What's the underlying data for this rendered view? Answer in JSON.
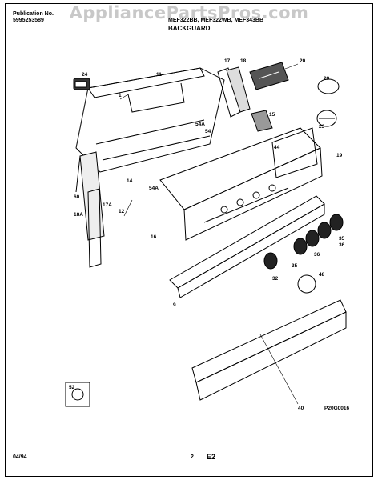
{
  "header": {
    "pub_label": "Publication No.",
    "pub_number": "5995253589",
    "models": "MEF322BB, MEF322WB, MEF343BB",
    "section": "BACKGUARD"
  },
  "watermark": "AppliancePartsPros.com",
  "labels": [
    "1",
    "11",
    "17",
    "18",
    "20",
    "24",
    "29",
    "15",
    "23",
    "54A",
    "54",
    "44",
    "19",
    "14",
    "54A",
    "12",
    "16",
    "60",
    "17A",
    "18A",
    "35",
    "36",
    "36",
    "35",
    "48",
    "32",
    "9",
    "52",
    "40"
  ],
  "figure_code": "P20G0016",
  "footer": {
    "date": "04/94",
    "page": "2",
    "sheet": "E2"
  }
}
